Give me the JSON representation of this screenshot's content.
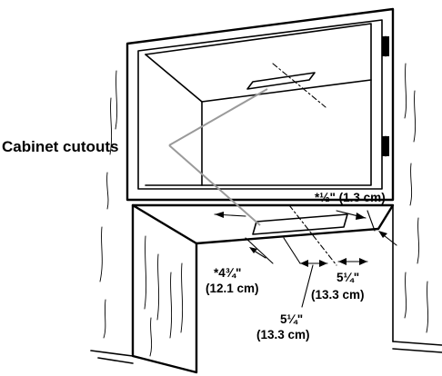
{
  "callout": "Cabinet cutouts",
  "dimensions": {
    "half_inch": "*½\" (1.3 cm)",
    "three_quarter_left_top": "*4¾\"",
    "three_quarter_left_bottom": "(12.1 cm)",
    "right_5_quarter_top": "5¼\"",
    "right_5_quarter_bottom": "(13.3 cm)",
    "center_5_quarter_top": "5¼\"",
    "center_5_quarter_bottom": "(13.3 cm)"
  }
}
